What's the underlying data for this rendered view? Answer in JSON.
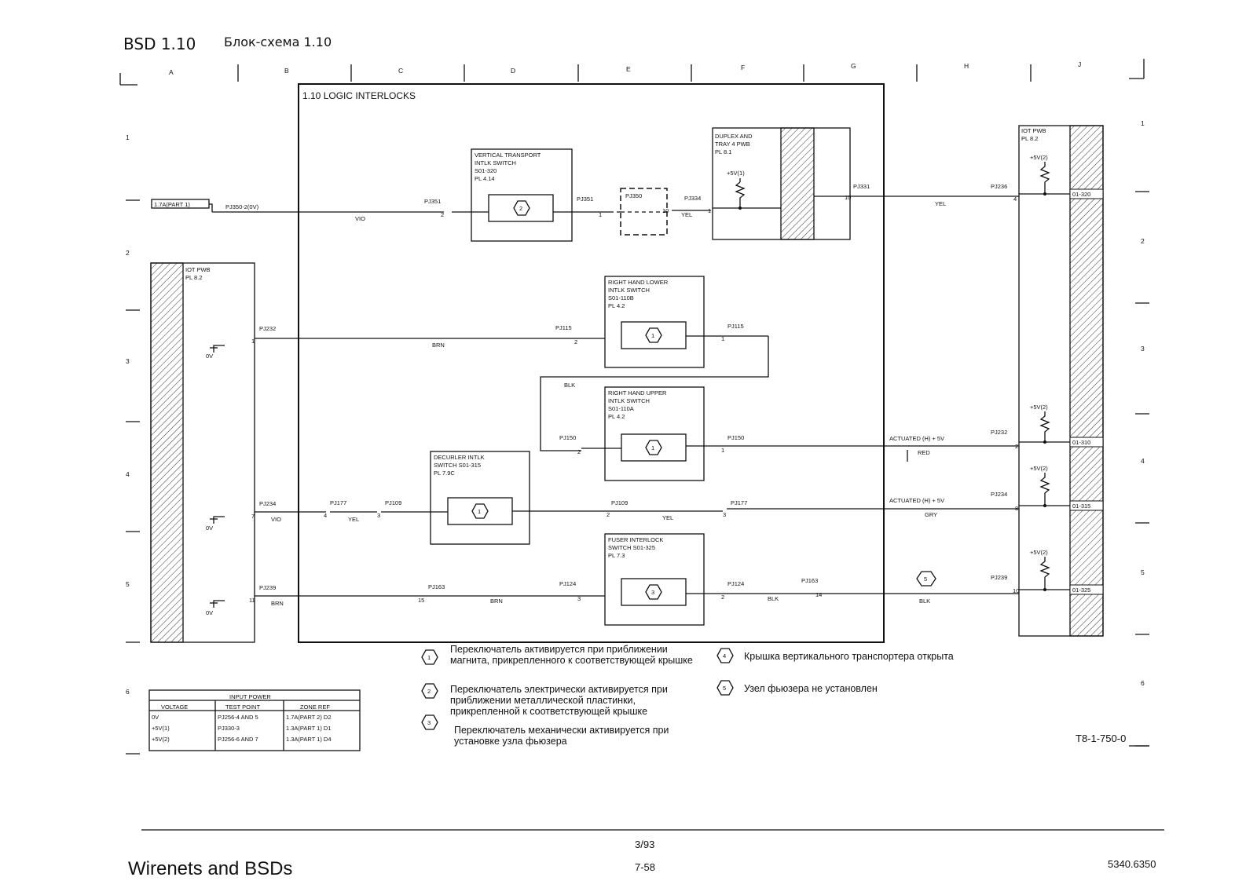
{
  "header": {
    "title": "BSD 1.10",
    "subtitle": "Блок-схема 1.10"
  },
  "zones": {
    "columns": [
      "A",
      "B",
      "C",
      "D",
      "E",
      "F",
      "G",
      "H",
      "J"
    ],
    "rows": [
      "1",
      "2",
      "3",
      "4",
      "5",
      "6"
    ]
  },
  "block_title": "1.10 LOGIC INTERLOCKS",
  "ref_box": "1.7A(PART 1)",
  "left_pwb": {
    "line1": "IOT PWB",
    "line2": "PL 8.2"
  },
  "right_pwb": {
    "line1": "IOT PWB",
    "line2": "PL 8.2"
  },
  "duplex": {
    "line1": "DUPLEX AND",
    "line2": "TRAY 4 PWB",
    "line3": "PL 8.1",
    "supply": "+5V(1)"
  },
  "switches": {
    "vertical": {
      "line1": "VERTICAL TRANSPORT",
      "line2": "INTLK SWITCH",
      "line3": "S01-320",
      "line4": "PL 4.14",
      "note": "2"
    },
    "rh_lower": {
      "line1": "RIGHT HAND LOWER",
      "line2": "INTLK SWITCH",
      "line3": "S01-110B",
      "line4": "PL 4.2",
      "note": "1"
    },
    "rh_upper": {
      "line1": "RIGHT HAND UPPER",
      "line2": "INTLK SWITCH",
      "line3": "S01-110A",
      "line4": "PL 4.2",
      "note": "1"
    },
    "decurler": {
      "line1": "DECURLER INTLK",
      "line2": "SWITCH S01-315",
      "line3": "PL 7.9C",
      "note": "1"
    },
    "fuser": {
      "line1": "FUSER INTERLOCK",
      "line2": "SWITCH S01-325",
      "line3": "PL 7.3",
      "note": "3"
    }
  },
  "wires": {
    "w1": {
      "pj_left": "PJ350-2(0V)",
      "color": "VIO",
      "pj351a": "PJ351",
      "pin_a": "2",
      "pj351b": "PJ351",
      "pin_b": "1",
      "pj350": "PJ350",
      "pin_c": "10",
      "color2": "YEL",
      "pj334": "PJ334",
      "pin_d": "1",
      "pj331": "PJ331",
      "pin_e": "10",
      "color3": "YEL",
      "pj236": "PJ236",
      "pin_f": "4",
      "out": "01-320",
      "supply": "+5V(2)"
    },
    "w2": {
      "pj232": "PJ232",
      "pin_a": "1",
      "color": "BRN",
      "pj115a": "PJ115",
      "pin_b": "2",
      "pj115b": "PJ115",
      "pin_c": "1",
      "gnd": "0V"
    },
    "w3": {
      "color": "BLK",
      "pj150a": "PJ150",
      "pin_a": "2",
      "pj150b": "PJ150",
      "pin_b": "1",
      "label": "ACTUATED (H) + 5V",
      "color2": "RED",
      "pj232": "PJ232",
      "pin_c": "2",
      "out": "01-310",
      "supply": "+5V(2)"
    },
    "w4": {
      "pj234": "PJ234",
      "pin_a": "7",
      "color": "VIO",
      "pj177a": "PJ177",
      "pin_b": "4",
      "color2": "YEL",
      "pj109a": "PJ109",
      "pin_c": "3",
      "pj109b": "PJ109",
      "pin_d": "2",
      "color3": "YEL",
      "pj177b": "PJ177",
      "pin_e": "3",
      "label": "ACTUATED (H) + 5V",
      "color4": "GRY",
      "pj234b": "PJ234",
      "pin_f": "8",
      "out": "01-315",
      "supply": "+5V(2)",
      "gnd": "0V"
    },
    "w5": {
      "pj239": "PJ239",
      "pin_a": "11",
      "color": "BRN",
      "pj163a": "PJ163",
      "pin_b": "15",
      "color2": "BRN",
      "pj124a": "PJ124",
      "pin_c": "3",
      "pj124b": "PJ124",
      "pin_d": "2",
      "color3": "BLK",
      "pj163b": "PJ163",
      "pin_e": "14",
      "note": "5",
      "color4": "BLK",
      "pj239b": "PJ239",
      "pin_f": "10",
      "out": "01-325",
      "supply": "+5V(2)",
      "gnd": "0V"
    }
  },
  "notes": [
    {
      "num": "1",
      "text": "Переключатель активируется при приближении магнита, прикрепленного к соответствующей крышке"
    },
    {
      "num": "2",
      "text": "Переключатель электрически активируется при приближении металлической пластинки, прикрепленной к соответствующей крышке"
    },
    {
      "num": "3",
      "text": "Переключатель механически активируется при установке узла фьюзера"
    },
    {
      "num": "4",
      "text": "Крышка вертикального транспортера открыта"
    },
    {
      "num": "5",
      "text": "Узел фьюзера не установлен"
    }
  ],
  "input_power": {
    "title": "INPUT POWER",
    "headers": [
      "VOLTAGE",
      "TEST POINT",
      "ZONE REF"
    ],
    "rows": [
      [
        "0V",
        "PJ256-4 AND 5",
        "1.7A(PART 2) D2"
      ],
      [
        "+5V(1)",
        "PJ330-3",
        "1.3A(PART 1) D1"
      ],
      [
        "+5V(2)",
        "PJ256-6 AND 7",
        "1.3A(PART 1) D4"
      ]
    ]
  },
  "doc_code": "T8-1-750-0",
  "footer": {
    "left": "Wirenets and BSDs",
    "page": "3/93",
    "sub": "7-58",
    "right": "5340.6350"
  }
}
